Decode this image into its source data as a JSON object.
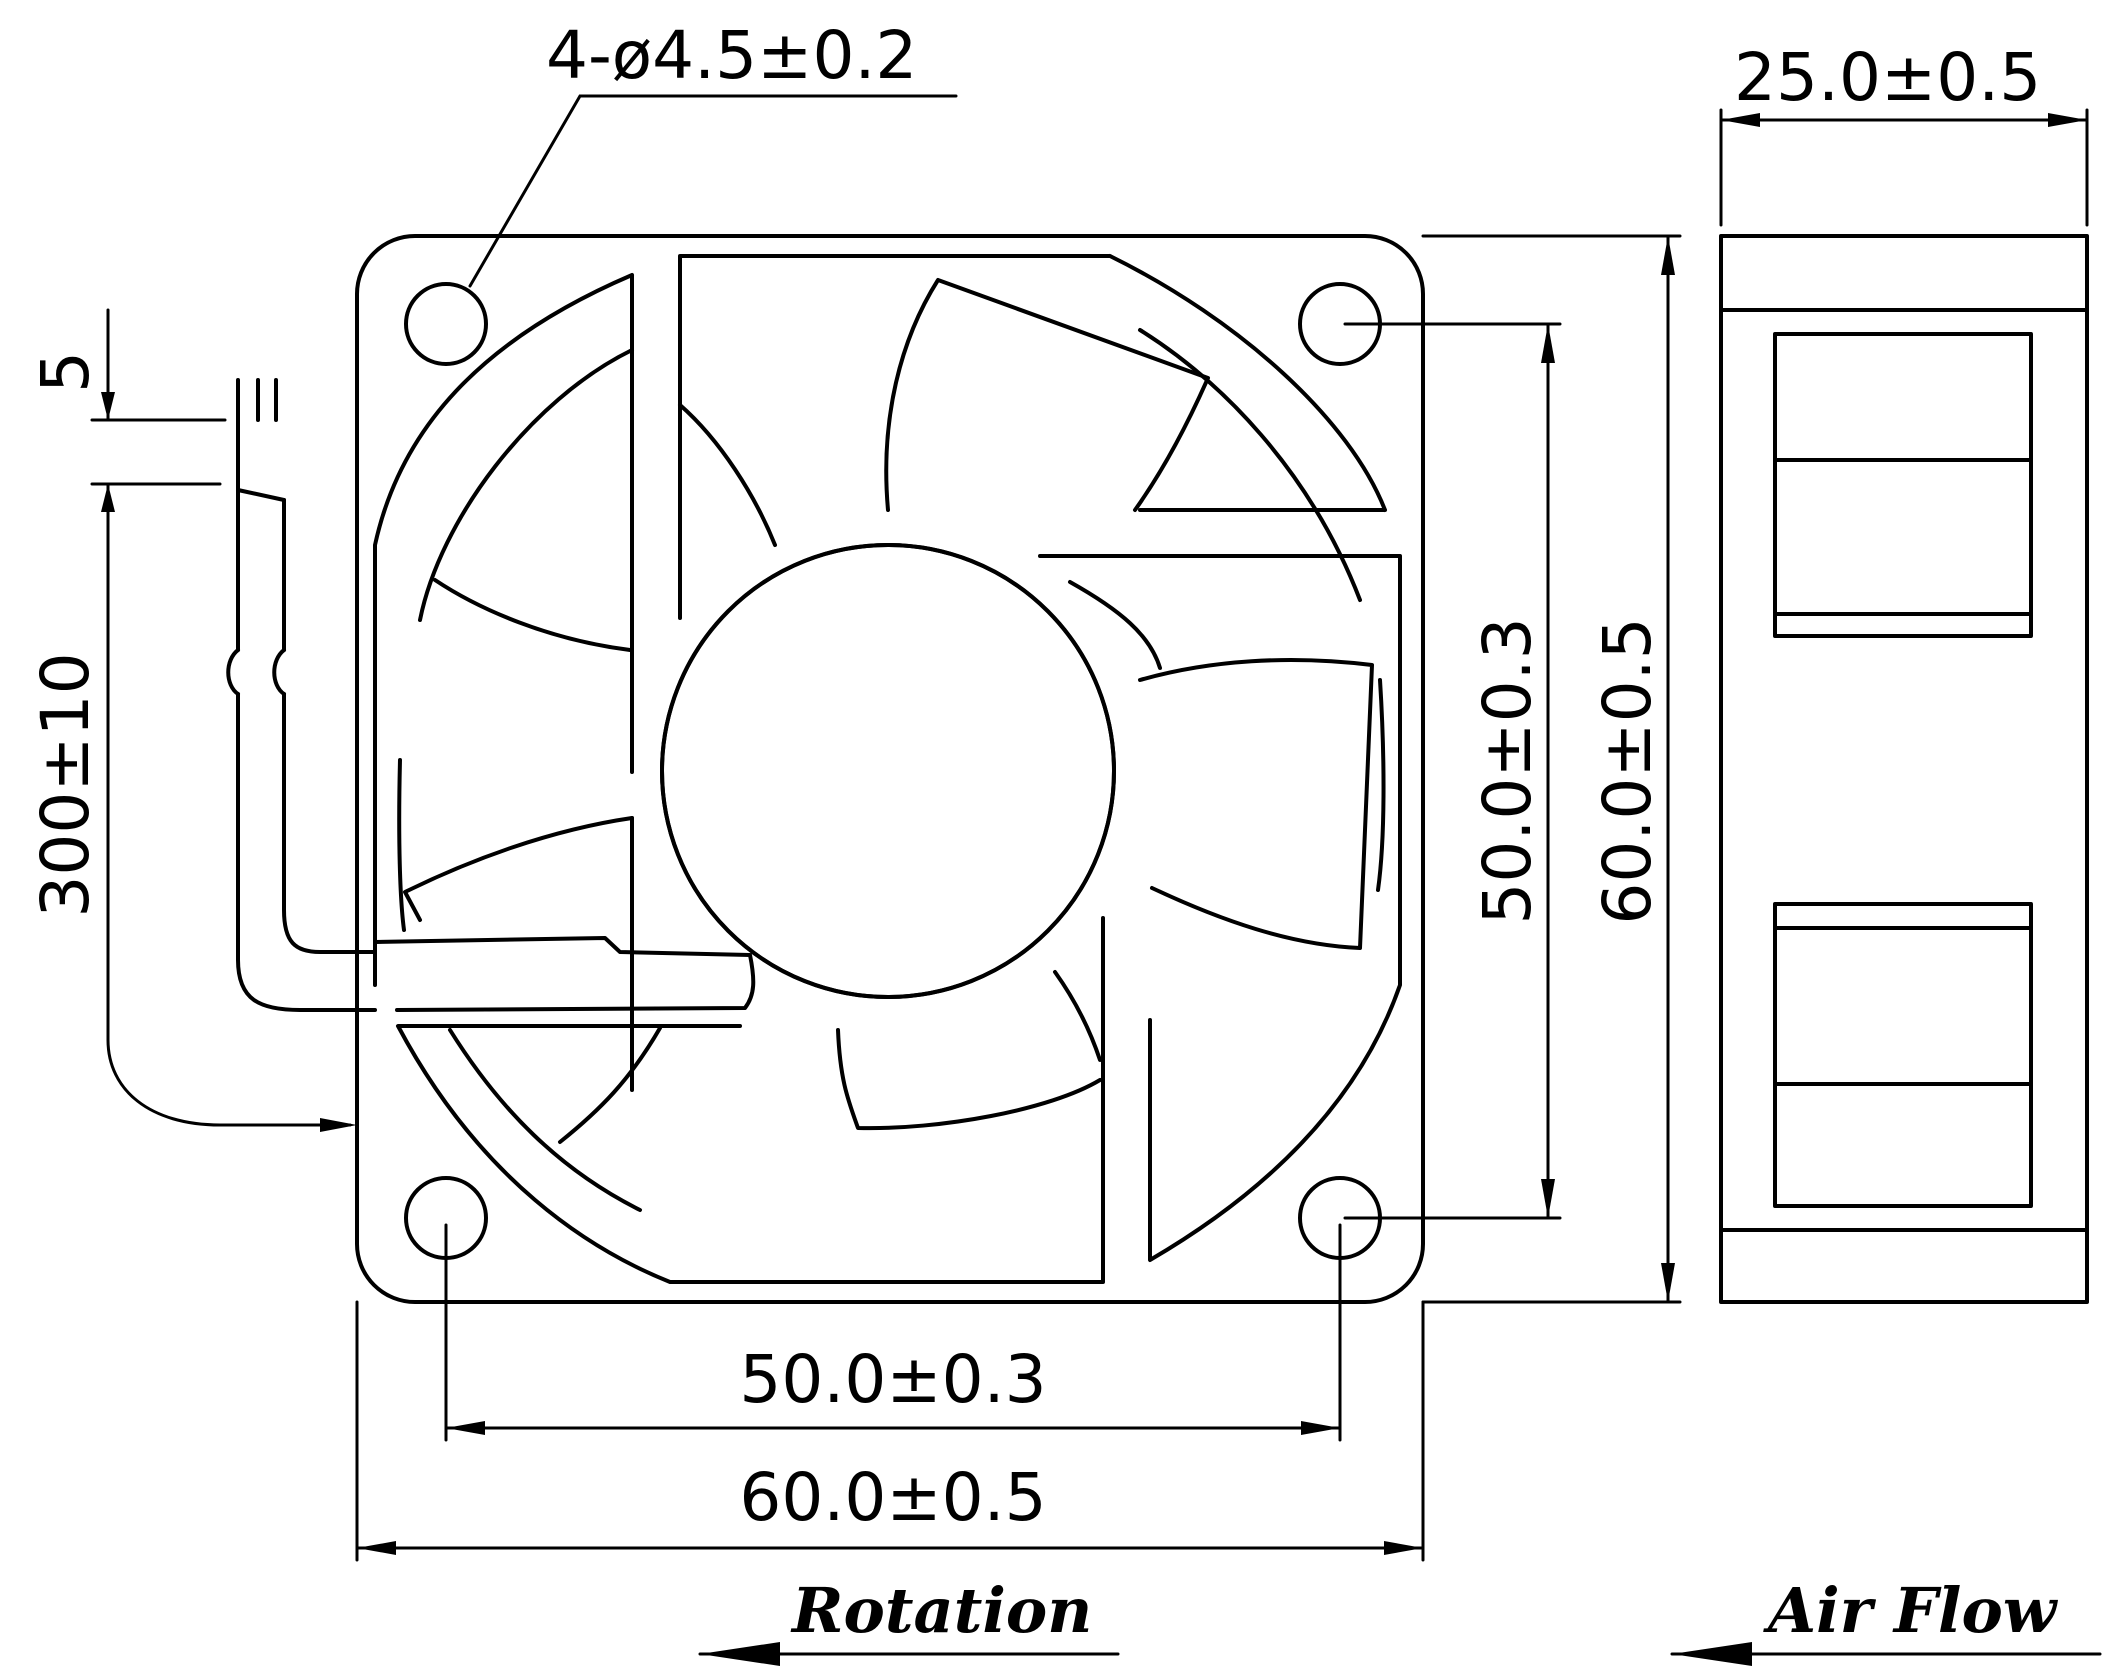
{
  "dimensions": {
    "hole_spec": "4-ø4.5±0.2",
    "depth": "25.0±0.5",
    "lead_offset": "5",
    "lead_length": "300±10",
    "hole_pitch_vertical": "50.0±0.3",
    "frame_height": "60.0±0.5",
    "hole_pitch_horizontal": "50.0±0.3",
    "frame_width": "60.0±0.5"
  },
  "labels": {
    "rotation": "Rotation",
    "air_flow": "Air Flow"
  }
}
